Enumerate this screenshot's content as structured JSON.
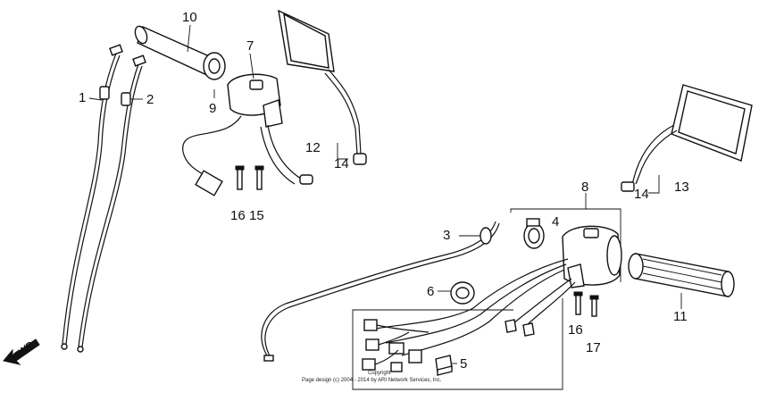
{
  "callouts": {
    "c1": "1",
    "c2": "2",
    "c3": "3",
    "c4": "4",
    "c5": "5",
    "c6": "6",
    "c7": "7",
    "c8": "8",
    "c9": "9",
    "c10": "10",
    "c11": "11",
    "c12": "12",
    "c13": "13",
    "c14a": "14",
    "c14b": "14",
    "c15": "15",
    "c16a": "16",
    "c16b": "16",
    "c17": "17"
  },
  "fwd_label": "FWD",
  "copyright": {
    "line1": "Copyright",
    "line2": "Page design (c) 2004 - 2014 by ARI Network Services, Inc."
  }
}
